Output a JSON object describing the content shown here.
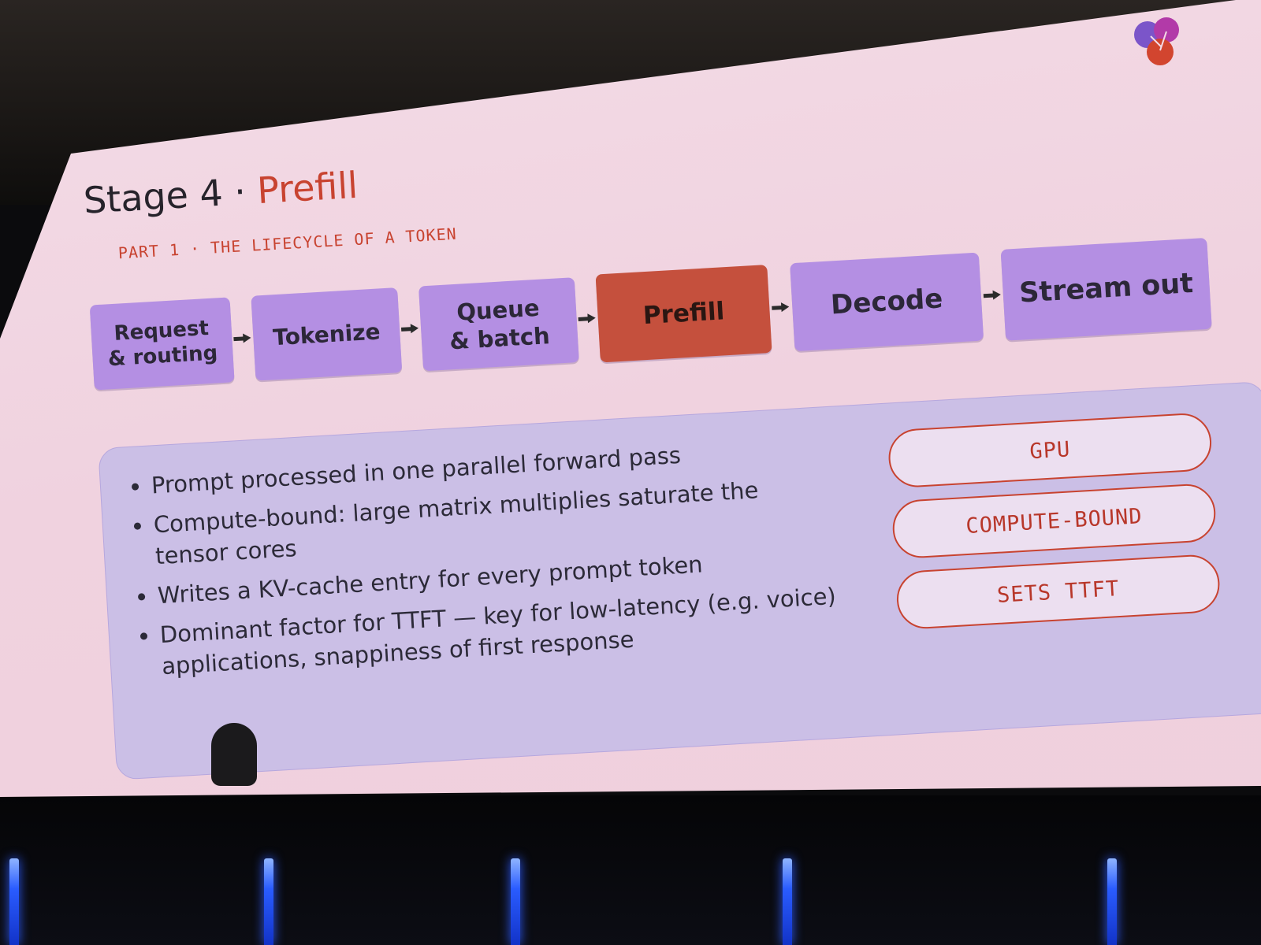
{
  "slide": {
    "title_prefix": "Stage 4 · ",
    "title_accent": "Prefill",
    "subtitle": "PART 1 · THE LIFECYCLE OF A TOKEN"
  },
  "pipeline": {
    "stages": [
      {
        "label": "Request & routing",
        "active": false
      },
      {
        "label": "Tokenize",
        "active": false
      },
      {
        "label": "Queue & batch",
        "active": false
      },
      {
        "label": "Prefill",
        "active": true
      },
      {
        "label": "Decode",
        "active": false
      },
      {
        "label": "Stream out",
        "active": false
      }
    ]
  },
  "details": {
    "bullets": [
      "Prompt processed in one parallel forward pass",
      "Compute-bound: large matrix multiplies saturate the tensor cores",
      "Writes a KV-cache entry for every prompt token",
      "Dominant factor for TTFT — key for low-latency (e.g. voice) applications, snappiness of first response"
    ],
    "tags": [
      "GPU",
      "COMPUTE-BOUND",
      "SETS TTFT"
    ]
  },
  "colors": {
    "stage": "#b48fe3",
    "active_stage": "#c5503d",
    "accent": "#c84330",
    "panel": "#cbbfe6"
  }
}
